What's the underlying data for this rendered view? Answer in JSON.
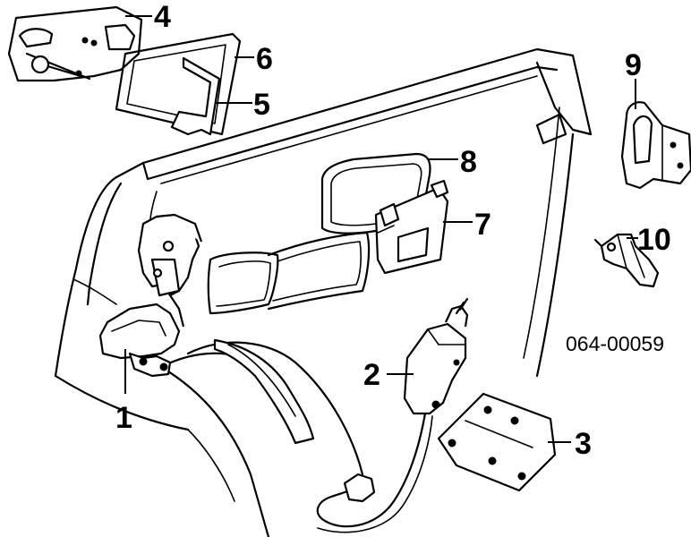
{
  "callouts": {
    "c1": "1",
    "c2": "2",
    "c3": "3",
    "c4": "4",
    "c5": "5",
    "c6": "6",
    "c7": "7",
    "c8": "8",
    "c9": "9",
    "c10": "10"
  },
  "diagram_code": "064-00059"
}
